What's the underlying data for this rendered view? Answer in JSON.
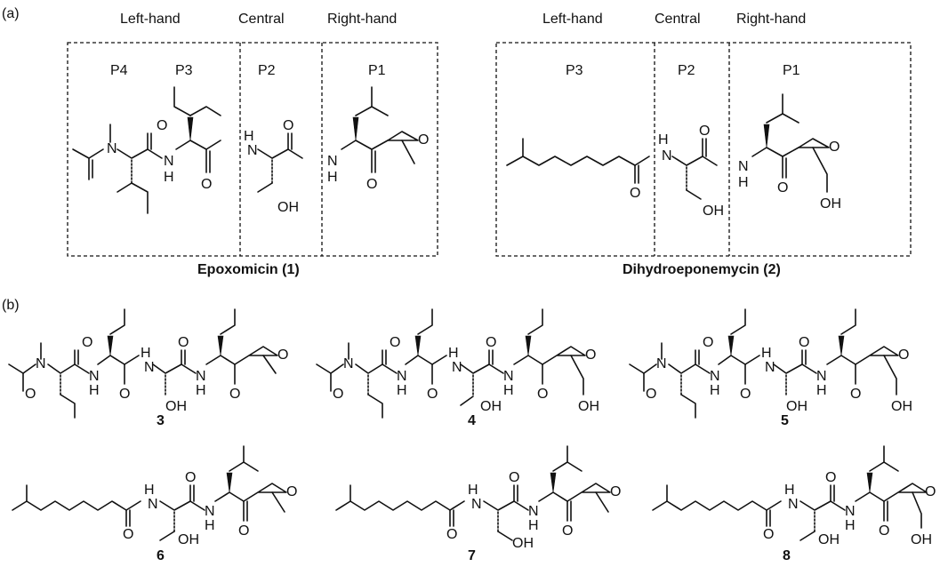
{
  "panel_a": {
    "label": "(a)",
    "epoxomicin": {
      "regions": [
        "Left-hand",
        "Central",
        "Right-hand"
      ],
      "subsites": [
        "P4",
        "P3",
        "P2",
        "P1"
      ],
      "name": "Epoxomicin (1)"
    },
    "dihydro": {
      "regions": [
        "Left-hand",
        "Central",
        "Right-hand"
      ],
      "subsites": [
        "P3",
        "P2",
        "P1"
      ],
      "name": "Dihydroeponemycin (2)"
    }
  },
  "panel_b": {
    "label": "(b)",
    "compounds": [
      "3",
      "4",
      "5",
      "6",
      "7",
      "8"
    ]
  },
  "atoms": {
    "O": "O",
    "N": "N",
    "H": "H",
    "OH": "OH"
  }
}
